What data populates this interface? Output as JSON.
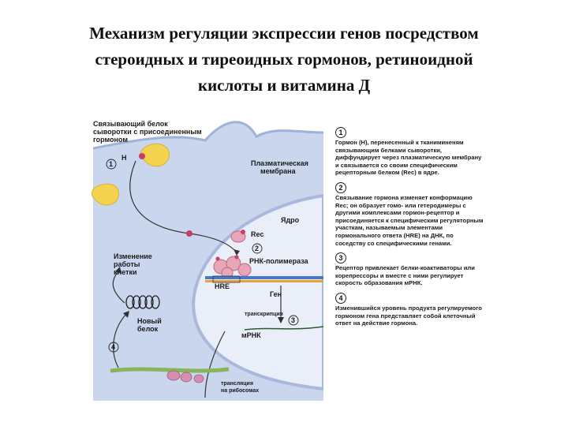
{
  "title": {
    "line1": "Механизм регуляции экспрессии генов посредством",
    "line2": "стероидных и тиреоидных гормонов, ретиноидной",
    "line3": "кислоты и витамина Д"
  },
  "diagram": {
    "label_binding_protein_1": "Связывающий белок",
    "label_binding_protein_2": "сыворотки с присоединенным",
    "label_binding_protein_3": "гормоном",
    "label_hormone": "H",
    "label_membrane_1": "Плазматическая",
    "label_membrane_2": "мембрана",
    "label_nucleus": "Ядро",
    "label_rec": "Rec",
    "label_rna_pol": "РНК-полимераза",
    "label_hre": "HRE",
    "label_gene": "Ген",
    "label_transcription": "транскрипция",
    "label_mrna": "мРНК",
    "label_new_protein_1": "Новый",
    "label_new_protein_2": "белок",
    "label_change_1": "Изменение",
    "label_change_2": "работы",
    "label_change_3": "клетки",
    "label_translation_1": "трансляция",
    "label_translation_2": "на рибосомах",
    "num1": "1",
    "num2": "2",
    "num3": "3",
    "num4": "4"
  },
  "steps": [
    {
      "num": "1",
      "text": "Гормон (H), перенесенный к тканиминеням связывающим белками сыворотки, диффундирует через плазматическую мембрану и связывается со своим специфическим рецепторным белком (Rec) в ядре."
    },
    {
      "num": "2",
      "text": "Связывание гормона изменяет конформацию Rec; он образует гомо- или гетеродимеры с другими комплексами гормон-рецептор и присоединяется к специфическим регуляторным участкам, называемым элементами гормонального ответа (HRE) на ДНК, по соседству со специфическими генами."
    },
    {
      "num": "3",
      "text": "Рецептор привлекает белки-коактиваторы или корепрессоры и вместе с ними регулирует скорость образования мРНК."
    },
    {
      "num": "4",
      "text": "Изменившийся уровень продукта регулируемого гормоном гена представляет собой клеточный ответ на действие гормона."
    }
  ],
  "colors": {
    "cytoplasm": "#c9d6ee",
    "nucleus": "#e9eef8",
    "hormone_protein": "#f2d24e",
    "receptor": "#e9a6b8",
    "dna_blue": "#4a78c8",
    "dna_orange": "#e8a23a",
    "mrna_green": "#86b55a"
  }
}
